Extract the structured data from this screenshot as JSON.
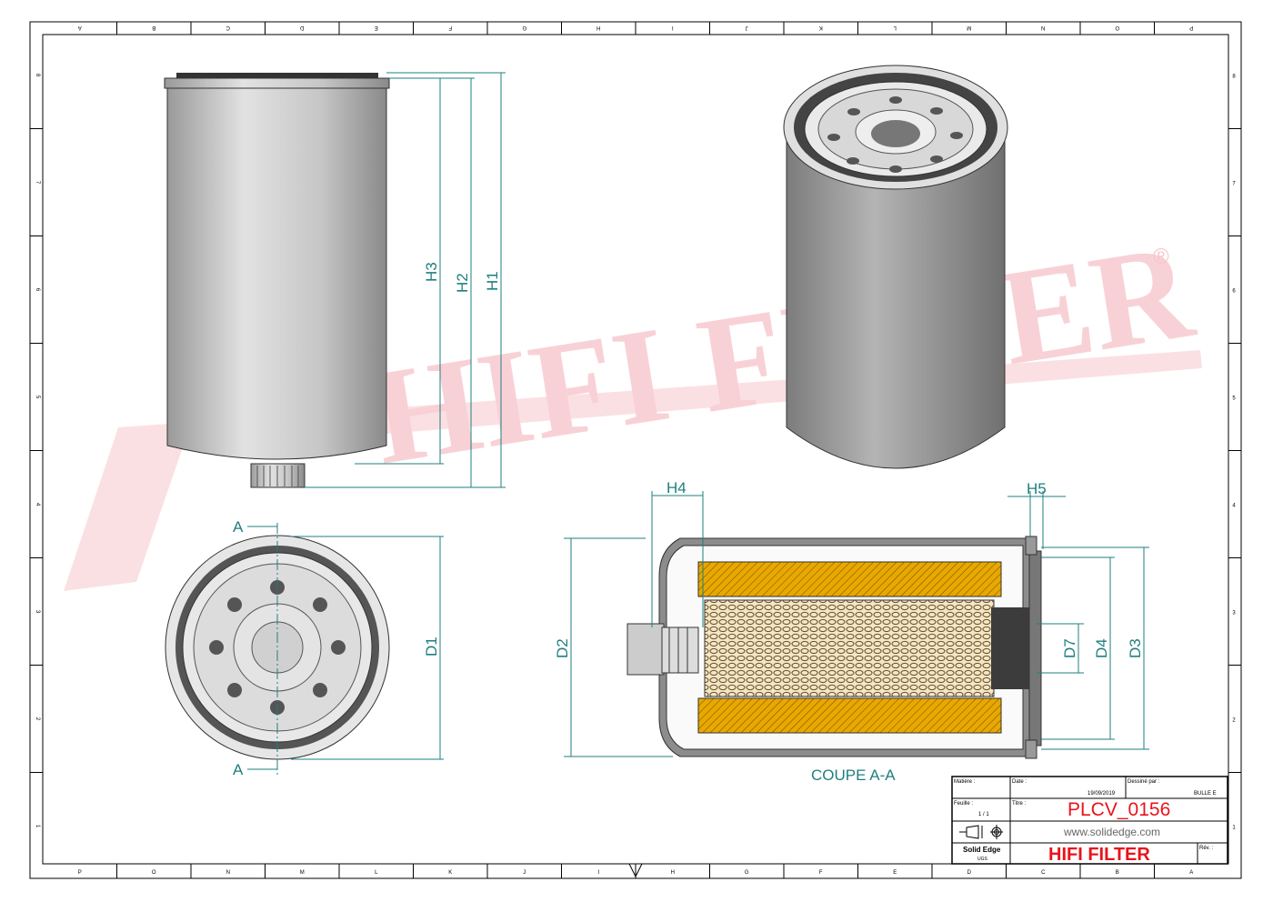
{
  "border": {
    "columns": [
      "P",
      "O",
      "N",
      "M",
      "L",
      "K",
      "J",
      "I",
      "H",
      "G",
      "F",
      "E",
      "D",
      "C",
      "B",
      "A"
    ],
    "rows": [
      "8",
      "7",
      "6",
      "5",
      "4",
      "3",
      "2",
      "1"
    ]
  },
  "dimensions": {
    "h1": "H1",
    "h2": "H2",
    "h3": "H3",
    "h4": "H4",
    "h5": "H5",
    "d1": "D1",
    "d2": "D2",
    "d3": "D3",
    "d4": "D4",
    "d7": "D7"
  },
  "section": {
    "marker": "A",
    "label": "COUPE A-A"
  },
  "watermark": {
    "text": "HIFI FILTER",
    "registered": "®"
  },
  "title_block": {
    "material_label": "Matière :",
    "date_label": "Date :",
    "date": "19/09/2019",
    "drawn_by_label": "Dessiné par :",
    "drawn_by": "BULLE E",
    "sheet_label": "Feuille :",
    "sheet": "1 / 1",
    "title_label": "Titre :",
    "title": "PLCV_0156",
    "website": "www.solidedge.com",
    "software": "Solid Edge",
    "software_sub": "UGS",
    "company": "HIFI FILTER",
    "rev_label": "Rév. :"
  },
  "colors": {
    "dimension": "#1f7f7f",
    "title_red": "#e8141c",
    "element_yellow": "#e8a800"
  }
}
